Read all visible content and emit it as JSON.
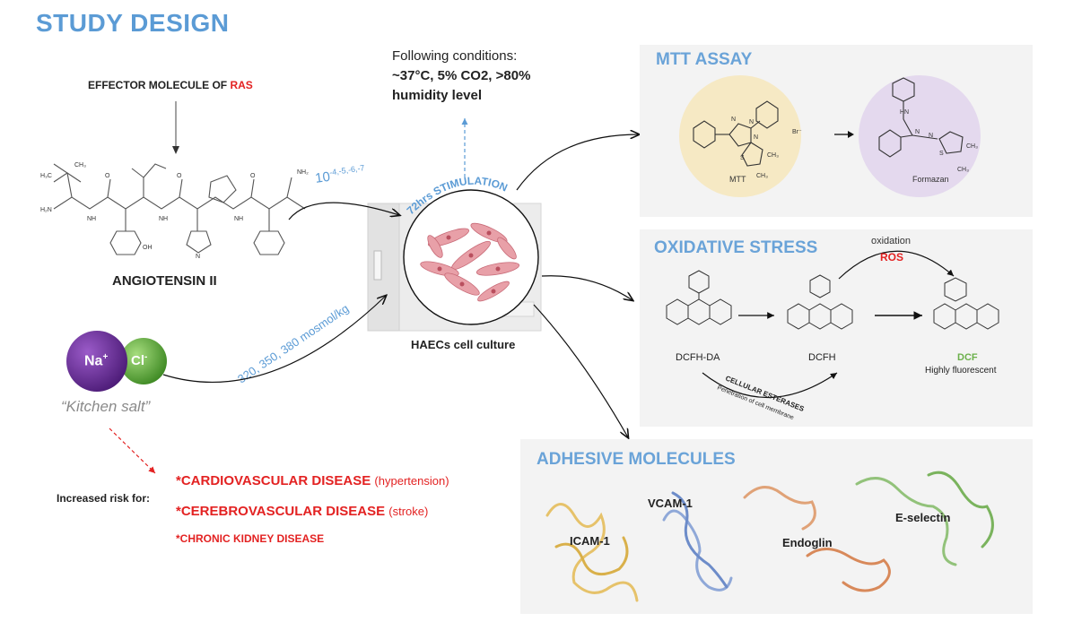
{
  "title": "STUDY DESIGN",
  "effector": {
    "prefix": "EFFECTOR MOLECULE OF ",
    "highlight": "RAS"
  },
  "angiotensin_label": "ANGIOTENSIN II",
  "concentrations": {
    "base": "10",
    "exponents": "-4,-5,-6,-7"
  },
  "osmolality": "320, 350, 380 mosmol/kg",
  "salt": {
    "na": "Na",
    "na_charge": "+",
    "cl": "Cl",
    "cl_charge": "-",
    "caption": "“Kitchen salt”"
  },
  "conditions": {
    "intro": "Following  conditions:",
    "line1": "~37°C, 5% CO2, >80%",
    "line2": "humidity level"
  },
  "stimulation": "72hrs STIMULATION",
  "culture_label": "HAECs cell culture",
  "risk": {
    "label": "Increased risk for:",
    "items": [
      {
        "main": "*CARDIOVASCULAR DISEASE",
        "note": "(hypertension)"
      },
      {
        "main": "*CEREBROVASCULAR DISEASE",
        "note": "(stroke)"
      },
      {
        "main": "*CHRONIC KIDNEY DISEASE",
        "note": ""
      }
    ]
  },
  "mtt": {
    "title": "MTT ASSAY",
    "left_label": "MTT",
    "right_label": "Formazan",
    "bromide": "Br"
  },
  "oxidative": {
    "title": "OXIDATIVE STRESS",
    "oxidation": "oxidation",
    "ros": "ROS",
    "compounds": [
      "DCFH-DA",
      "DCFH",
      "DCF"
    ],
    "dcf_note": "Highly fluorescent",
    "esterases": "CELLULAR ESTERASES",
    "penetration": "Penetration of cell membrane"
  },
  "adhesive": {
    "title": "ADHESIVE MOLECULES",
    "proteins": [
      "ICAM-1",
      "VCAM-1",
      "Endoglin",
      "E-selectin"
    ]
  },
  "colors": {
    "title_blue": "#5b9bd5",
    "red": "#e32222",
    "green": "#6bb04a",
    "purple": "#6a2b9a",
    "mtt_yellow": "#f6e9c4",
    "formazan_purple": "#e4d9ee"
  }
}
